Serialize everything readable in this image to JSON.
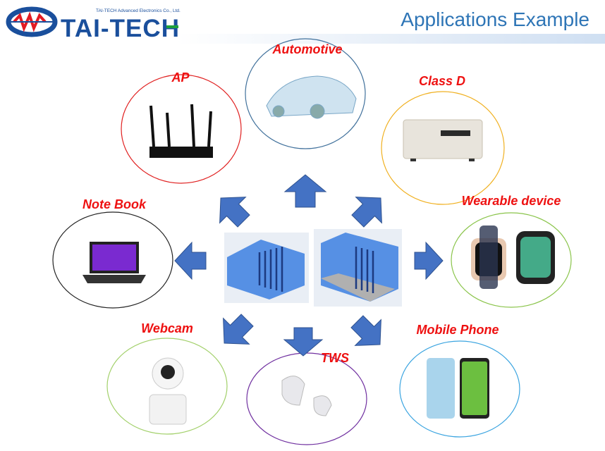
{
  "header": {
    "company_sub": "TAI-TECH Advanced Electronics Co., Ltd.",
    "brand": "TAI-TECH",
    "title": "Applications Example"
  },
  "applications": [
    {
      "label": "Automotive",
      "color": "#41719c"
    },
    {
      "label": "AP",
      "color": "#e02020"
    },
    {
      "label": "Class D",
      "color": "#f0b020"
    },
    {
      "label": "Note Book",
      "color": "#222222"
    },
    {
      "label": "Wearable device",
      "color": "#8ac44a"
    },
    {
      "label": "Webcam",
      "color": "#a2d06a"
    },
    {
      "label": "TWS",
      "color": "#7030a0"
    },
    {
      "label": "Mobile Phone",
      "color": "#3aa4e0"
    }
  ],
  "colors": {
    "arrow": "#4472c4",
    "label": "#ee1111",
    "title": "#2e75b6"
  }
}
